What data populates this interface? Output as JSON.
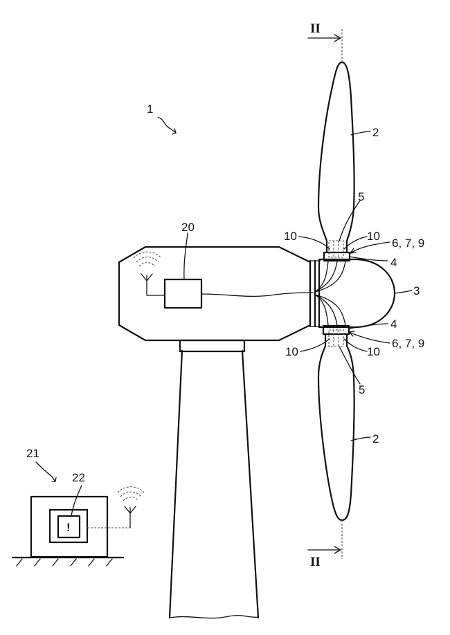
{
  "labels": {
    "turbine": "1",
    "blade_top": "2",
    "blade_bottom": "2",
    "hub": "3",
    "bearing_top": "4",
    "bearing_bottom": "4",
    "pitch_top": "5",
    "pitch_bottom": "5",
    "sensor_group_top": "6, 7, 9",
    "sensor_group_bottom": "6, 7, 9",
    "sensor_top_left": "10",
    "sensor_top_right": "10",
    "sensor_bottom_left": "10",
    "sensor_bottom_right": "10",
    "control_unit": "20",
    "remote_station": "21",
    "display": "22",
    "warning_symbol": "!"
  },
  "section_marks": {
    "top": "II",
    "bottom": "II"
  }
}
